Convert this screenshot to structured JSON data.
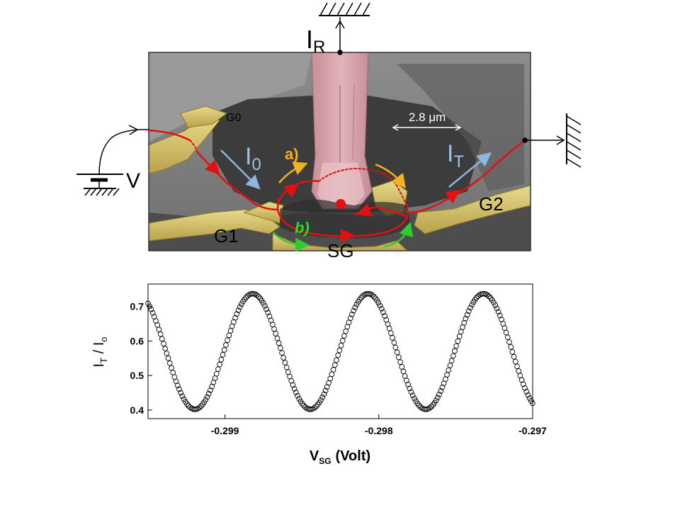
{
  "micrograph": {
    "labels": {
      "ir": "I",
      "ir_sub": "R",
      "g0": "G0",
      "v": "V",
      "i0": "I",
      "i0_sub": "0",
      "a": "a)",
      "scale": "2.8 μm",
      "it": "I",
      "it_sub": "T",
      "g2": "G2",
      "g1": "G1",
      "b": "b)",
      "sg": "SG"
    },
    "colors": {
      "path_red": "#e41010",
      "arrow_yellow": "#f2b31c",
      "arrow_green": "#2ecc2e",
      "arrow_blue": "#8fb4e0",
      "gate_gold": "#d8c46a",
      "contact_pink": "#d9a3ab",
      "text_yellow": "#f3b11d",
      "text_green": "#22dd22",
      "text_blue": "#9dbfe8"
    }
  },
  "chart_data": {
    "type": "scatter",
    "xlabel": "V",
    "xlabel_sub": "SG",
    "xlabel_unit": "(Volt)",
    "ylabel": "I",
    "ylabel_sub1": "T",
    "ylabel_mid": " / I",
    "ylabel_sub2": "o",
    "xlim": [
      -0.2995,
      -0.297
    ],
    "ylim": [
      0.375,
      0.765
    ],
    "xticks": [
      -0.299,
      -0.298,
      -0.297
    ],
    "xtick_labels": [
      "-0.299",
      "-0.298",
      "-0.297"
    ],
    "yticks": [
      0.4,
      0.5,
      0.6,
      0.7
    ],
    "ytick_labels": [
      "0.4",
      "0.5",
      "0.6",
      "0.7"
    ],
    "period": 0.00075,
    "peak_x": -0.29882,
    "ymin": 0.402,
    "ymax": 0.737,
    "x_start": -0.2995,
    "x_end": -0.29698,
    "n_points": 250,
    "marker": "open-circle",
    "grid": false
  }
}
